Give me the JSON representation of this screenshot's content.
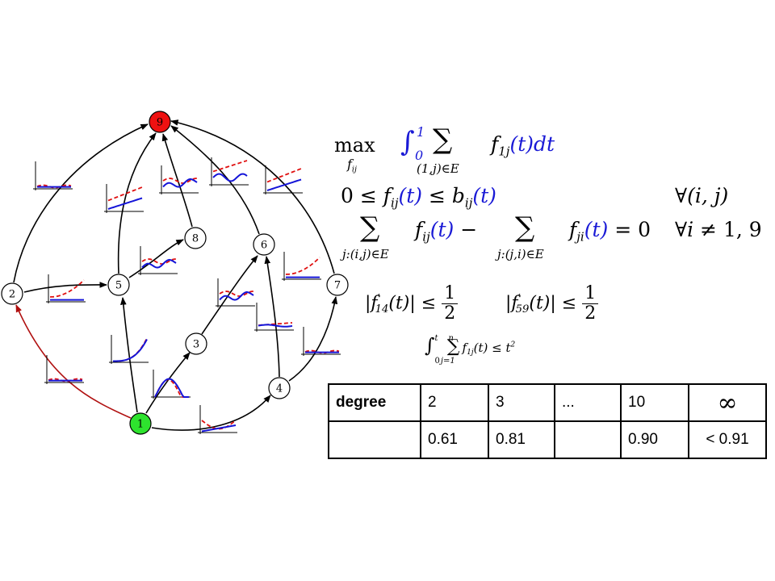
{
  "colors": {
    "source_node": "#2ee32e",
    "sink_node": "#ee1111",
    "bound_curve": "#e01010",
    "flow_curve": "#1414d8",
    "highlighted_edge": "#b01010",
    "objective_text": "#1a1ad6"
  },
  "graph": {
    "nodes": [
      {
        "id": "1",
        "role": "source"
      },
      {
        "id": "2"
      },
      {
        "id": "3"
      },
      {
        "id": "4"
      },
      {
        "id": "5"
      },
      {
        "id": "6"
      },
      {
        "id": "7"
      },
      {
        "id": "8"
      },
      {
        "id": "9",
        "role": "sink"
      }
    ],
    "edges": [
      {
        "from": "1",
        "to": "2",
        "highlighted": true
      },
      {
        "from": "1",
        "to": "5"
      },
      {
        "from": "1",
        "to": "3"
      },
      {
        "from": "1",
        "to": "4"
      },
      {
        "from": "2",
        "to": "5"
      },
      {
        "from": "2",
        "to": "9"
      },
      {
        "from": "5",
        "to": "9"
      },
      {
        "from": "5",
        "to": "8"
      },
      {
        "from": "3",
        "to": "6"
      },
      {
        "from": "4",
        "to": "6"
      },
      {
        "from": "4",
        "to": "7"
      },
      {
        "from": "8",
        "to": "9"
      },
      {
        "from": "6",
        "to": "9"
      },
      {
        "from": "7",
        "to": "9"
      }
    ]
  },
  "formulas": {
    "objective_max": "max",
    "objective_max_sub": "f_ij",
    "objective_body": "∫_0^1 Σ_(1,j)∈E f_1j(t) dt",
    "capacity": "0 ≤ f_ij(t) ≤ b_ij(t)",
    "capacity_quantifier": "∀(i, j)",
    "conservation": "Σ_j:(i,j)∈E f_ij(t) − Σ_j:(j,i)∈E f_ji(t) = 0",
    "conservation_quantifier": "∀i ≠ 1, 9",
    "slope_14": "|f′_14(t)| ≤ 1/2",
    "slope_59": "|f′_59(t)| ≤ 1/2",
    "integral_bound": "∫_0^t Σ_j=1^n f_1j(t) ≤ t^2"
  },
  "table": {
    "header_label": "degree",
    "degrees": [
      "2",
      "3",
      "...",
      "10",
      "∞"
    ],
    "values": [
      "0.61",
      "0.81",
      "",
      "0.90",
      "< 0.91"
    ]
  }
}
